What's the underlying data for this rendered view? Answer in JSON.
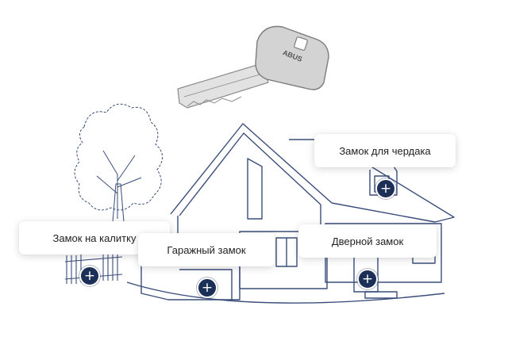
{
  "hotspots": {
    "attic": {
      "label": "Замок для чердака",
      "icon": "plus-icon",
      "symbol": "+"
    },
    "gate": {
      "label": "Замок на калитку",
      "icon": "plus-icon",
      "symbol": "+"
    },
    "garage": {
      "label": "Гаражный замок",
      "icon": "plus-icon",
      "symbol": "+"
    },
    "door": {
      "label": "Дверной замок",
      "icon": "plus-icon",
      "symbol": "+"
    }
  },
  "key_brand_text": "ABUS",
  "colors": {
    "hotspot": "#1b2f57",
    "line": "#3a4d7a",
    "background": "#ffffff"
  }
}
